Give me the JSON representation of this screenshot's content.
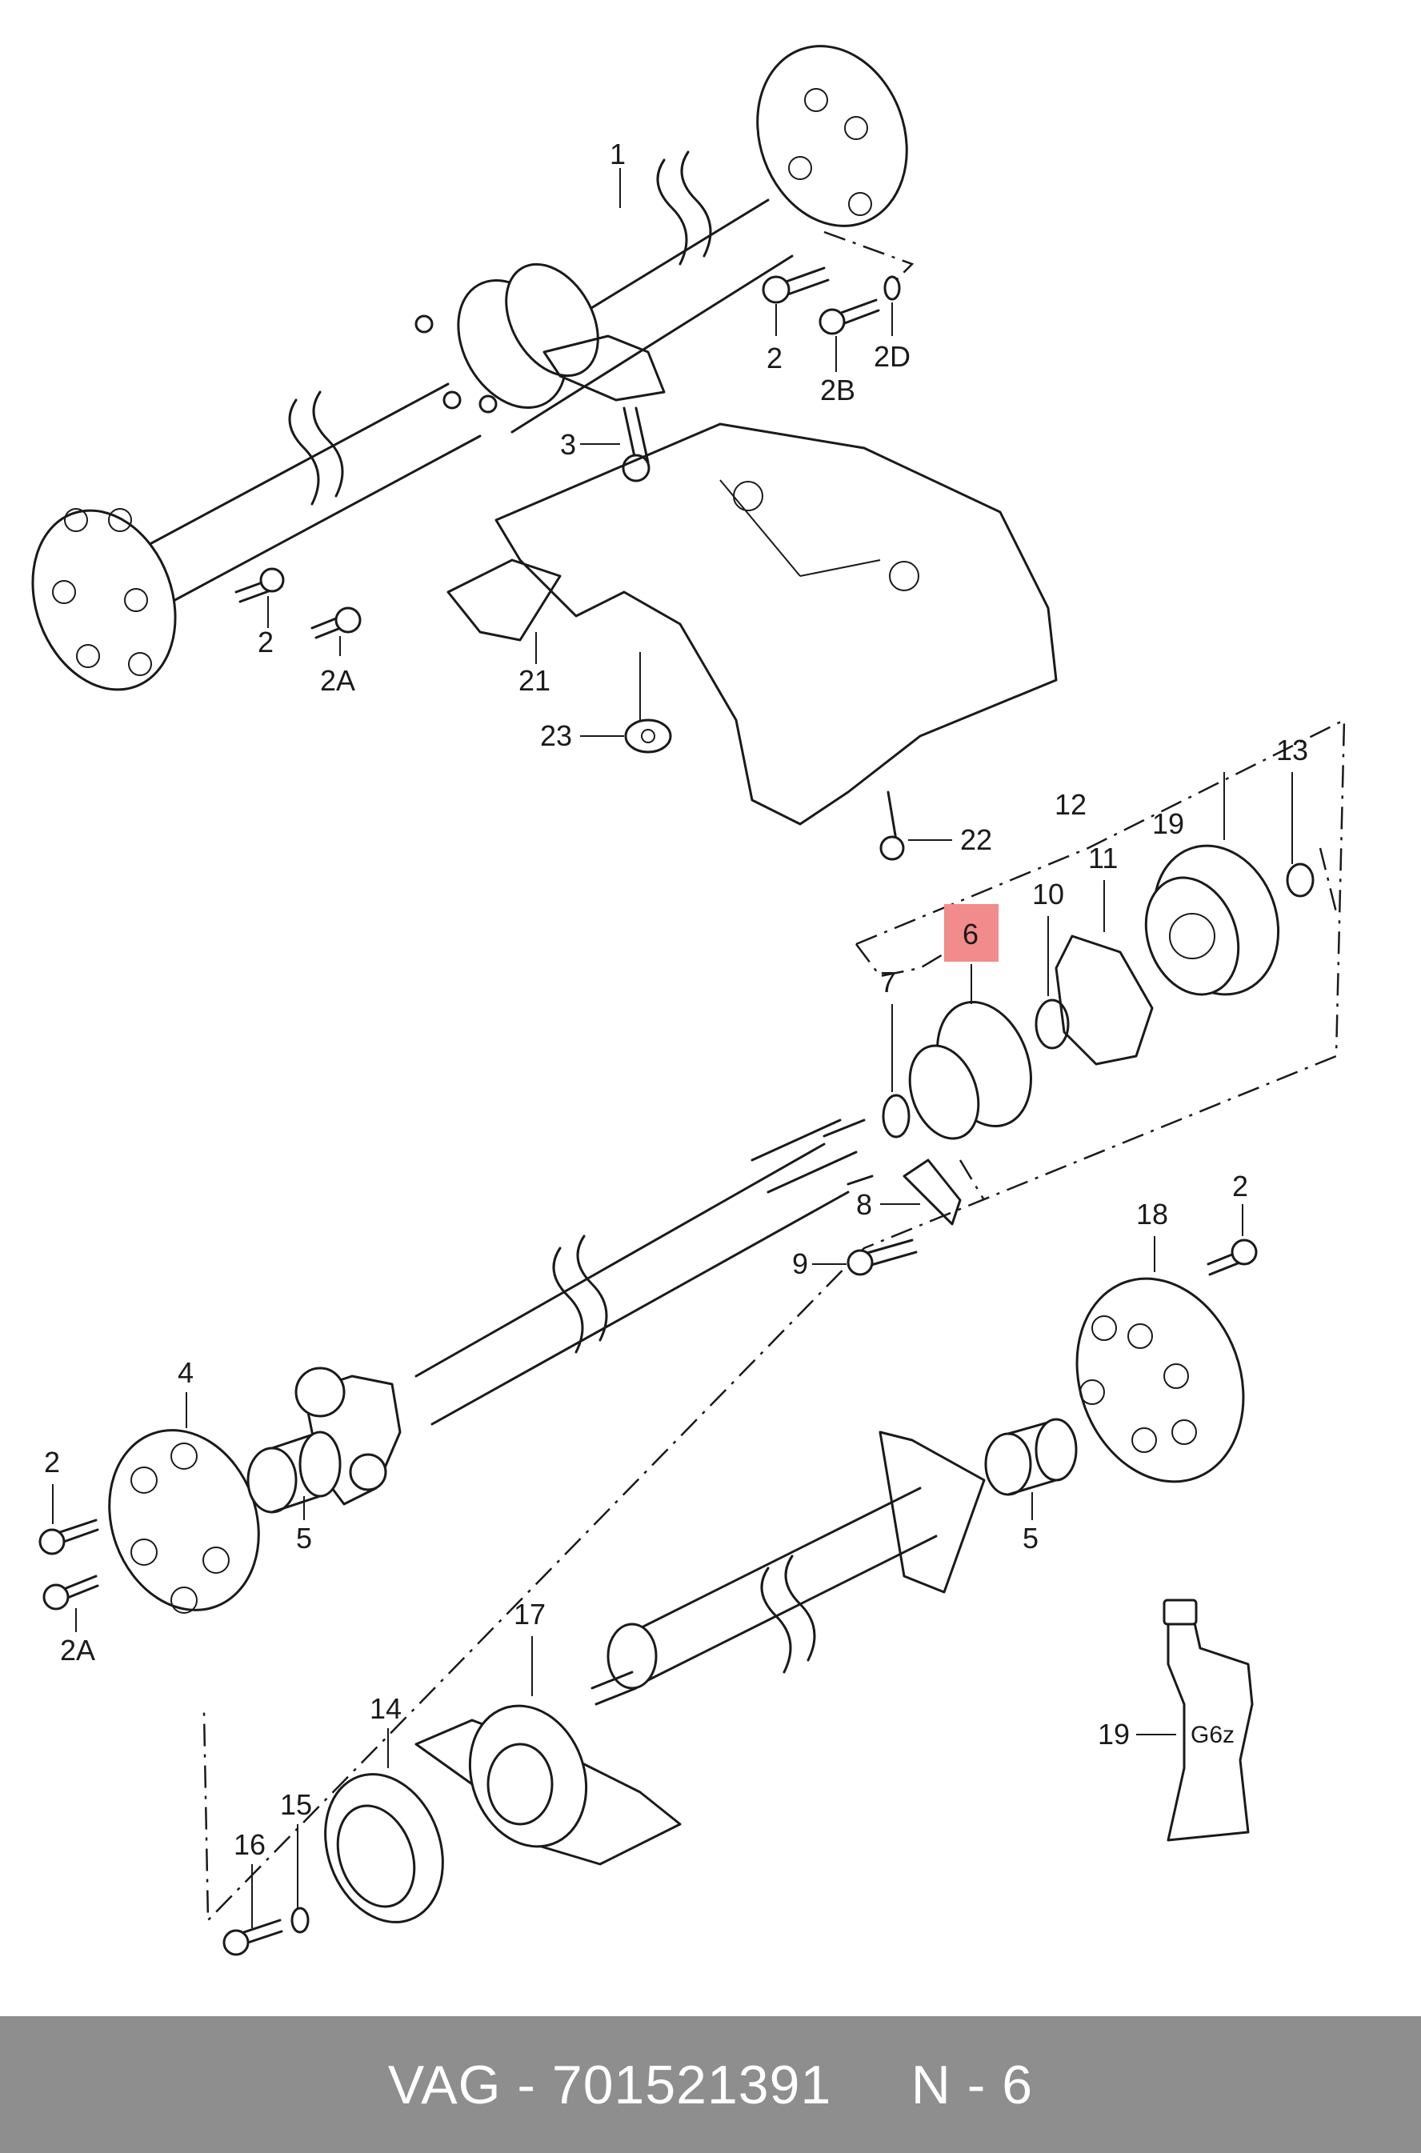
{
  "labels": {
    "l1": "1",
    "l2_top": "2",
    "l2b": "2B",
    "l2d": "2D",
    "l3": "3",
    "l2_left": "2",
    "l2a_left": "2A",
    "l21": "21",
    "l23": "23",
    "l22": "22",
    "l13": "13",
    "l12": "12",
    "l19_bearing": "19",
    "l11": "11",
    "l10": "10",
    "l6": "6",
    "l7": "7",
    "l8": "8",
    "l9": "9",
    "l2_mid": "2",
    "l18": "18",
    "l4": "4",
    "l2_low": "2",
    "l2a_low": "2A",
    "l5_left": "5",
    "l5_right": "5",
    "l17": "17",
    "l14": "14",
    "l15": "15",
    "l16": "16",
    "l19_tube": "19",
    "tube_text": "G6z"
  },
  "highlight": {
    "part": "6",
    "color": "#f28b8b"
  },
  "footer": {
    "text": "VAG - 701521391     N - 6"
  }
}
